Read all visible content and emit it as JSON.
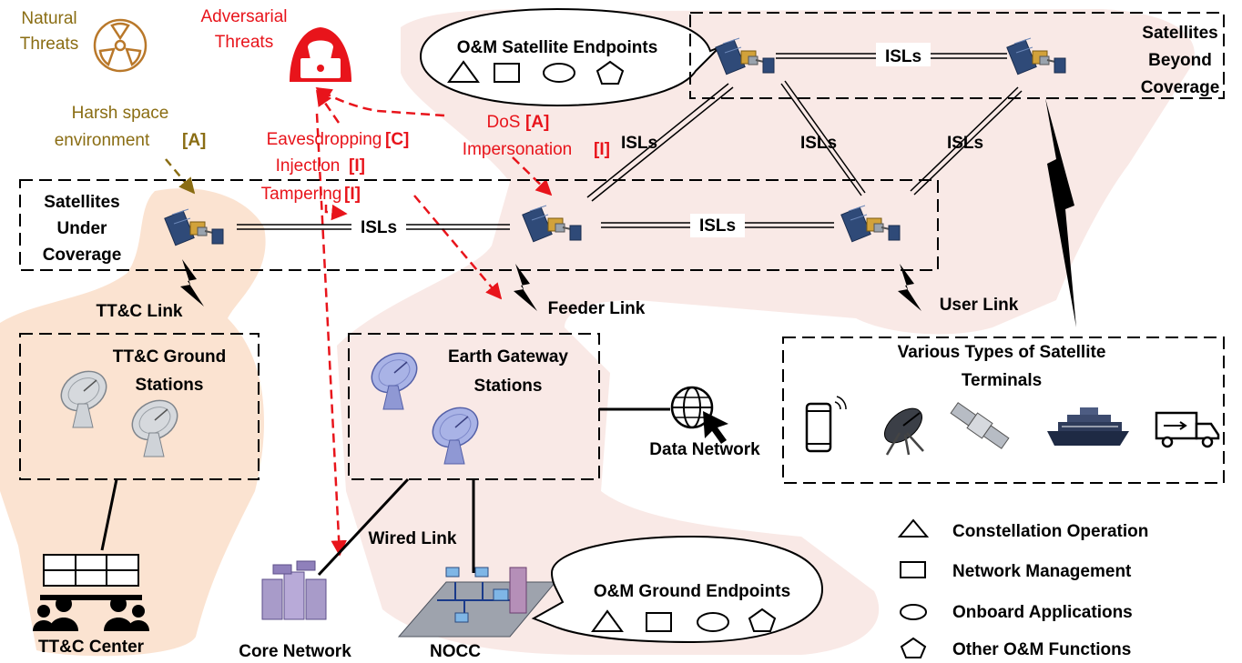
{
  "colors": {
    "adversarial": "#e8141b",
    "natural": "#8a6d13",
    "pink_region": "#f9e9e6",
    "peach_region": "#fbe3d1",
    "text": "#000000"
  },
  "icons": {
    "hacker": "hacker-icon",
    "radiation": "radiation-icon",
    "satellite": "satellite-icon",
    "dish": "dish-antenna-icon",
    "globe": "globe-cursor-icon",
    "servers": "server-stack-icon",
    "control_center": "control-center-icon",
    "noc": "noc-network-icon",
    "phone": "smartphone-icon",
    "ship": "cruise-ship-icon",
    "truck": "truck-icon",
    "lightning": "lightning-icon"
  },
  "threats": {
    "natural_1": "Natural",
    "natural_2": "Threats",
    "adversarial_1": "Adversarial",
    "adversarial_2": "Threats",
    "harsh_1": "Harsh space",
    "harsh_2": "environment",
    "harsh_tag": "[A]",
    "eaves": "Eavesdropping",
    "eaves_tag": "[C]",
    "injection": "Injection",
    "injection_tag": "[I]",
    "tampering": "Tampering",
    "tampering_tag": "[I]",
    "dos": "DoS",
    "dos_tag": "[A]",
    "imperson": "Impersonation",
    "imperson_tag": "[I]"
  },
  "space": {
    "om_sat_title": "O&M Satellite Endpoints",
    "beyond_1": "Satellites",
    "beyond_2": "Beyond",
    "beyond_3": "Coverage",
    "under_1": "Satellites",
    "under_2": "Under",
    "under_3": "Coverage",
    "isl": "ISLs"
  },
  "links": {
    "ttc": "TT&C Link",
    "feeder": "Feeder Link",
    "user": "User Link",
    "wired": "Wired Link"
  },
  "ground": {
    "ttc_gs_1": "TT&C Ground",
    "ttc_gs_2": "Stations",
    "egw_1": "Earth Gateway",
    "egw_2": "Stations",
    "terminals_1": "Various Types of Satellite",
    "terminals_2": "Terminals",
    "data_network": "Data Network",
    "ttc_center": "TT&C Center",
    "core_network": "Core Network",
    "nocc": "NOCC",
    "om_ground_title": "O&M Ground Endpoints"
  },
  "legend": [
    {
      "shape": "triangle",
      "label": "Constellation Operation"
    },
    {
      "shape": "rectangle",
      "label": "Network Management"
    },
    {
      "shape": "ellipse",
      "label": "Onboard Applications"
    },
    {
      "shape": "pentagon",
      "label": "Other O&M Functions"
    }
  ]
}
